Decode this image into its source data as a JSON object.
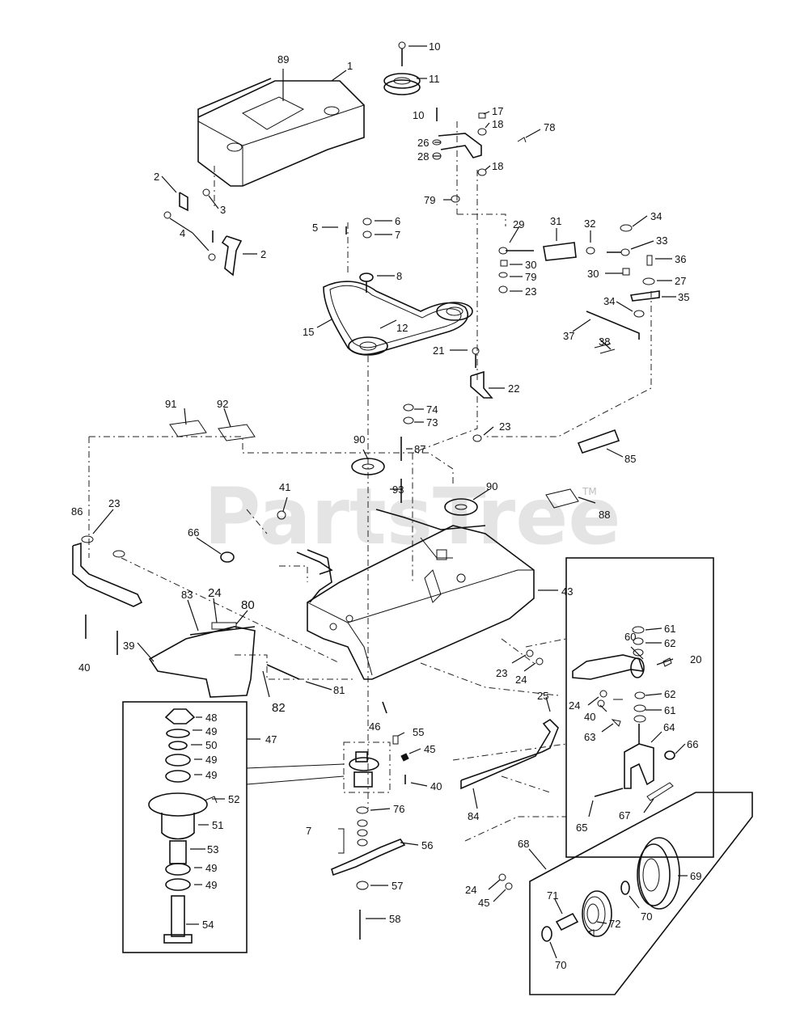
{
  "watermark": {
    "text": "PartsTree",
    "tm": "TM"
  },
  "callouts": {
    "c1": "1",
    "c2a": "2",
    "c2b": "2",
    "c3": "3",
    "c4": "4",
    "c5": "5",
    "c6": "6",
    "c7a": "7",
    "c7b": "7",
    "c8": "8",
    "c10a": "10",
    "c10b": "10",
    "c11": "11",
    "c12": "12",
    "c15": "15",
    "c17": "17",
    "c18a": "18",
    "c18b": "18",
    "c20": "20",
    "c21": "21",
    "c22": "22",
    "c23a": "23",
    "c23b": "23",
    "c23c": "23",
    "c23d": "23",
    "c24a": "24",
    "c24b": "24",
    "c24c": "24",
    "c24d": "24",
    "c25": "25",
    "c26": "26",
    "c27": "27",
    "c28": "28",
    "c29": "29",
    "c30a": "30",
    "c30b": "30",
    "c31": "31",
    "c32": "32",
    "c33": "33",
    "c34a": "34",
    "c34b": "34",
    "c35": "35",
    "c36": "36",
    "c37": "37",
    "c38": "38",
    "c39": "39",
    "c40a": "40",
    "c40b": "40",
    "c40c": "40",
    "c41": "41",
    "c43": "43",
    "c45a": "45",
    "c45b": "45",
    "c46": "46",
    "c47": "47",
    "c48": "48",
    "c49a": "49",
    "c49b": "49",
    "c49c": "49",
    "c49d": "49",
    "c49e": "49",
    "c50": "50",
    "c51": "51",
    "c52": "52",
    "c53": "53",
    "c54": "54",
    "c55": "55",
    "c56": "56",
    "c57": "57",
    "c58": "58",
    "c60": "60",
    "c61a": "61",
    "c61b": "61",
    "c62a": "62",
    "c62b": "62",
    "c63": "63",
    "c64": "64",
    "c65": "65",
    "c66a": "66",
    "c66b": "66",
    "c67": "67",
    "c68": "68",
    "c69": "69",
    "c70a": "70",
    "c70b": "70",
    "c71": "71",
    "c72": "72",
    "c73": "73",
    "c74": "74",
    "c76": "76",
    "c78": "78",
    "c79a": "79",
    "c79b": "79",
    "c80": "80",
    "c81": "81",
    "c82": "82",
    "c83": "83",
    "c84": "84",
    "c85": "85",
    "c86": "86",
    "c87": "87",
    "c88": "88",
    "c89": "89",
    "c90a": "90",
    "c90b": "90",
    "c91": "91",
    "c92": "92",
    "c93": "93"
  }
}
